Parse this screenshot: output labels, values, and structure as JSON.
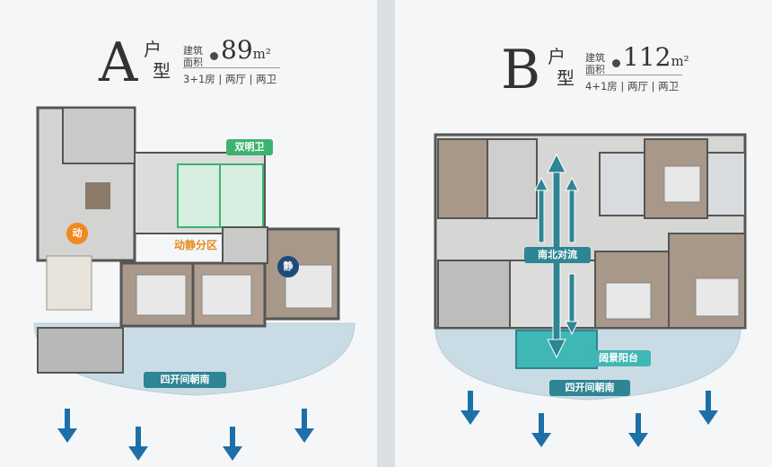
{
  "unit_a": {
    "letter": "A",
    "type_chars": [
      "户",
      "型"
    ],
    "area_label": "建筑面积",
    "area_value": "89",
    "area_unit": "m²",
    "rooms": "3+1房 | 两厅 | 两卫",
    "callouts": {
      "dual_bathroom": "双明卫",
      "dong": "动",
      "jing": "静",
      "zone": "动静分区",
      "south": "四开间朝南"
    }
  },
  "unit_b": {
    "letter": "B",
    "type_chars": [
      "户",
      "型"
    ],
    "area_label": "建筑面积",
    "area_value": "112",
    "area_unit": "m²",
    "rooms": "4+1房 | 两厅 | 两卫",
    "callouts": {
      "airflow": "南北对流",
      "balcony": "阔景阳台",
      "south": "四开间朝南"
    }
  },
  "colors": {
    "teal_accent": "#2e8593",
    "green_accent": "#3db36f",
    "orange_badge": "#f08a1f",
    "navy_badge": "#1f4a7a",
    "arrow_blue": "#1d6fa8"
  }
}
